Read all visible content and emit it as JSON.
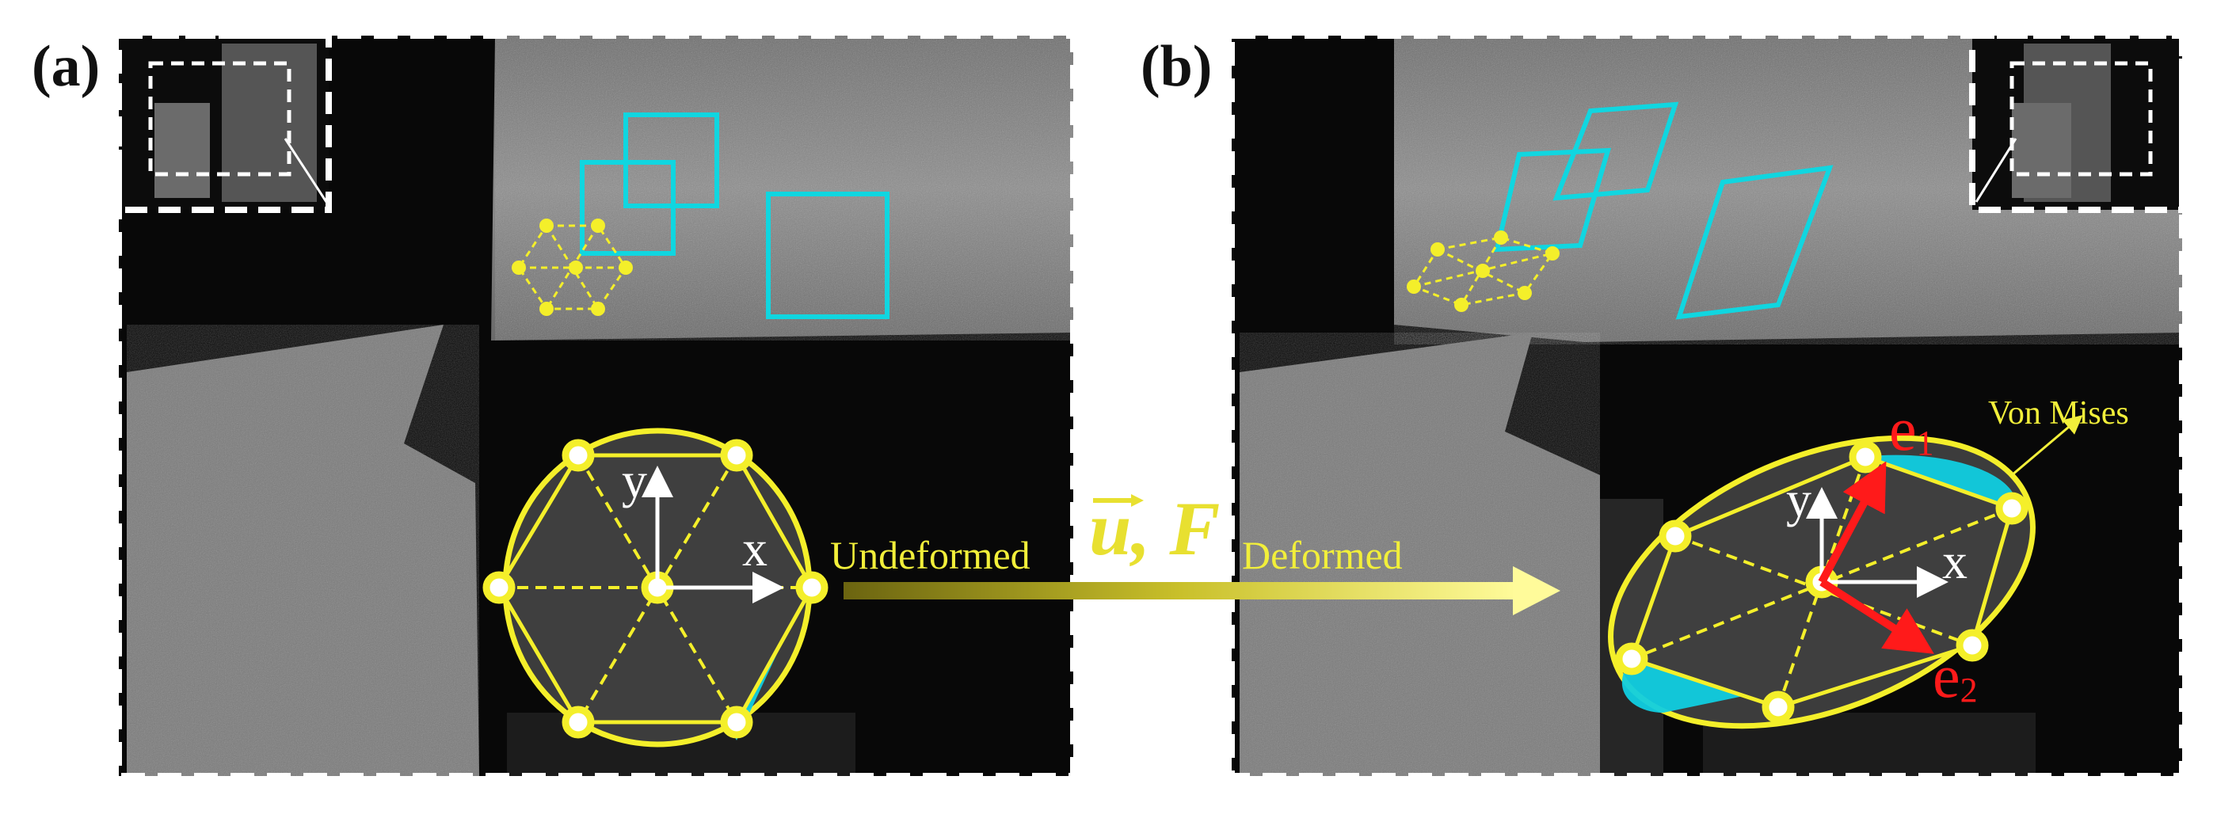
{
  "panels": {
    "a": {
      "letter": "(a)"
    },
    "b": {
      "letter": "(b)"
    }
  },
  "axes": {
    "x": "x",
    "y": "y"
  },
  "labels": {
    "undeformed": "Undeformed",
    "deformed": "Deformed",
    "von_mises": "Von Mises",
    "transform_u": "u",
    "transform_f": ", F"
  },
  "eigen": {
    "e1_main": "e",
    "e1_sub": "1",
    "e2_main": "e",
    "e2_sub": "2"
  },
  "colors": {
    "subset_outline": "#10d6e0",
    "node": "#f4ef2a",
    "principal_arrow": "#ff1a1a",
    "ellipse_fill": "#10cde0",
    "background_photo": "#0a0a0a",
    "specimen": "#8a8a8a"
  }
}
